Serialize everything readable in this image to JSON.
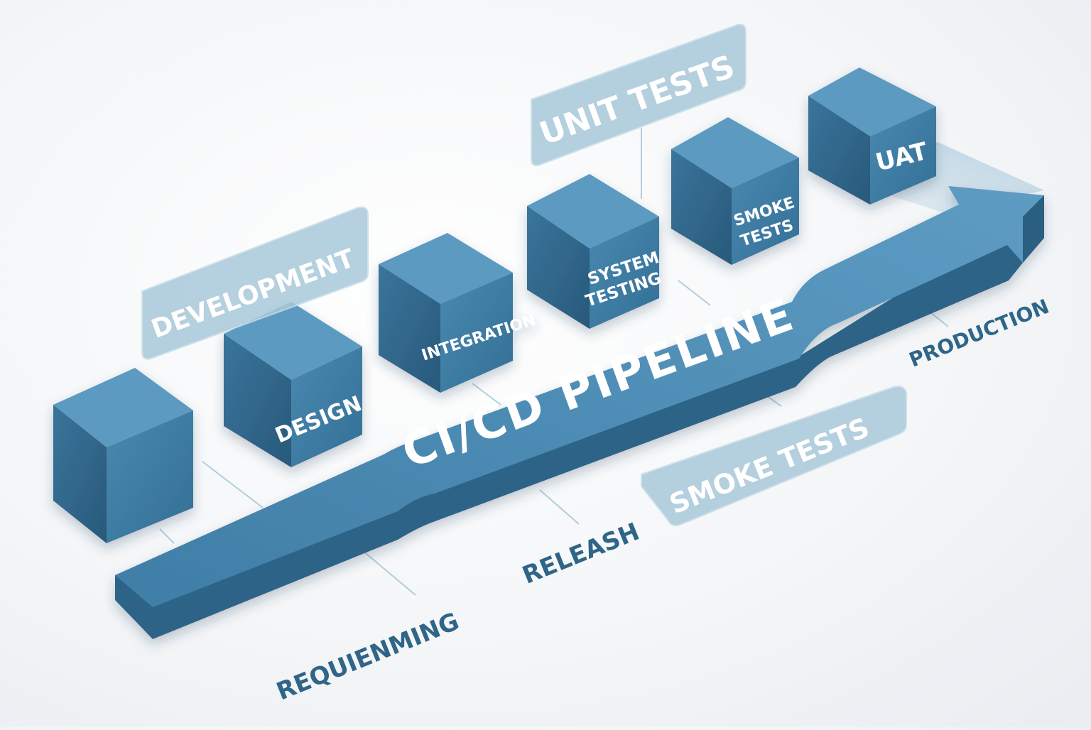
{
  "pipeline": {
    "title": "CI/CD PIPELINE"
  },
  "blocks": [
    {
      "id": "blank",
      "label": ""
    },
    {
      "id": "design",
      "label": "DESIGN"
    },
    {
      "id": "integration",
      "label": "INTEGRATION"
    },
    {
      "id": "system-testing",
      "label_line1": "SYSTEM",
      "label_line2": "TESTING"
    },
    {
      "id": "smoke-tests-block",
      "label_line1": "SMOKE",
      "label_line2": "TESTS"
    },
    {
      "id": "uat",
      "label": "UAT"
    }
  ],
  "callouts": {
    "development": "DEVELOPMENT",
    "unit_tests": "UNIT TESTS",
    "smoke_tests": "SMOKE TESTS"
  },
  "ground_labels": {
    "requirements": "REQUIENMING",
    "release": "RELEASH",
    "production": "PRODUCTION"
  },
  "colors": {
    "block_front": "#3f7ea5",
    "block_top": "#5d9cc3",
    "block_side": "#2f678b",
    "arrow_top": "#4d8bb3",
    "arrow_side": "#2d6488",
    "callout_fill": "#a9c9da",
    "ground_text": "#2f6588",
    "label_text": "#ffffff"
  }
}
